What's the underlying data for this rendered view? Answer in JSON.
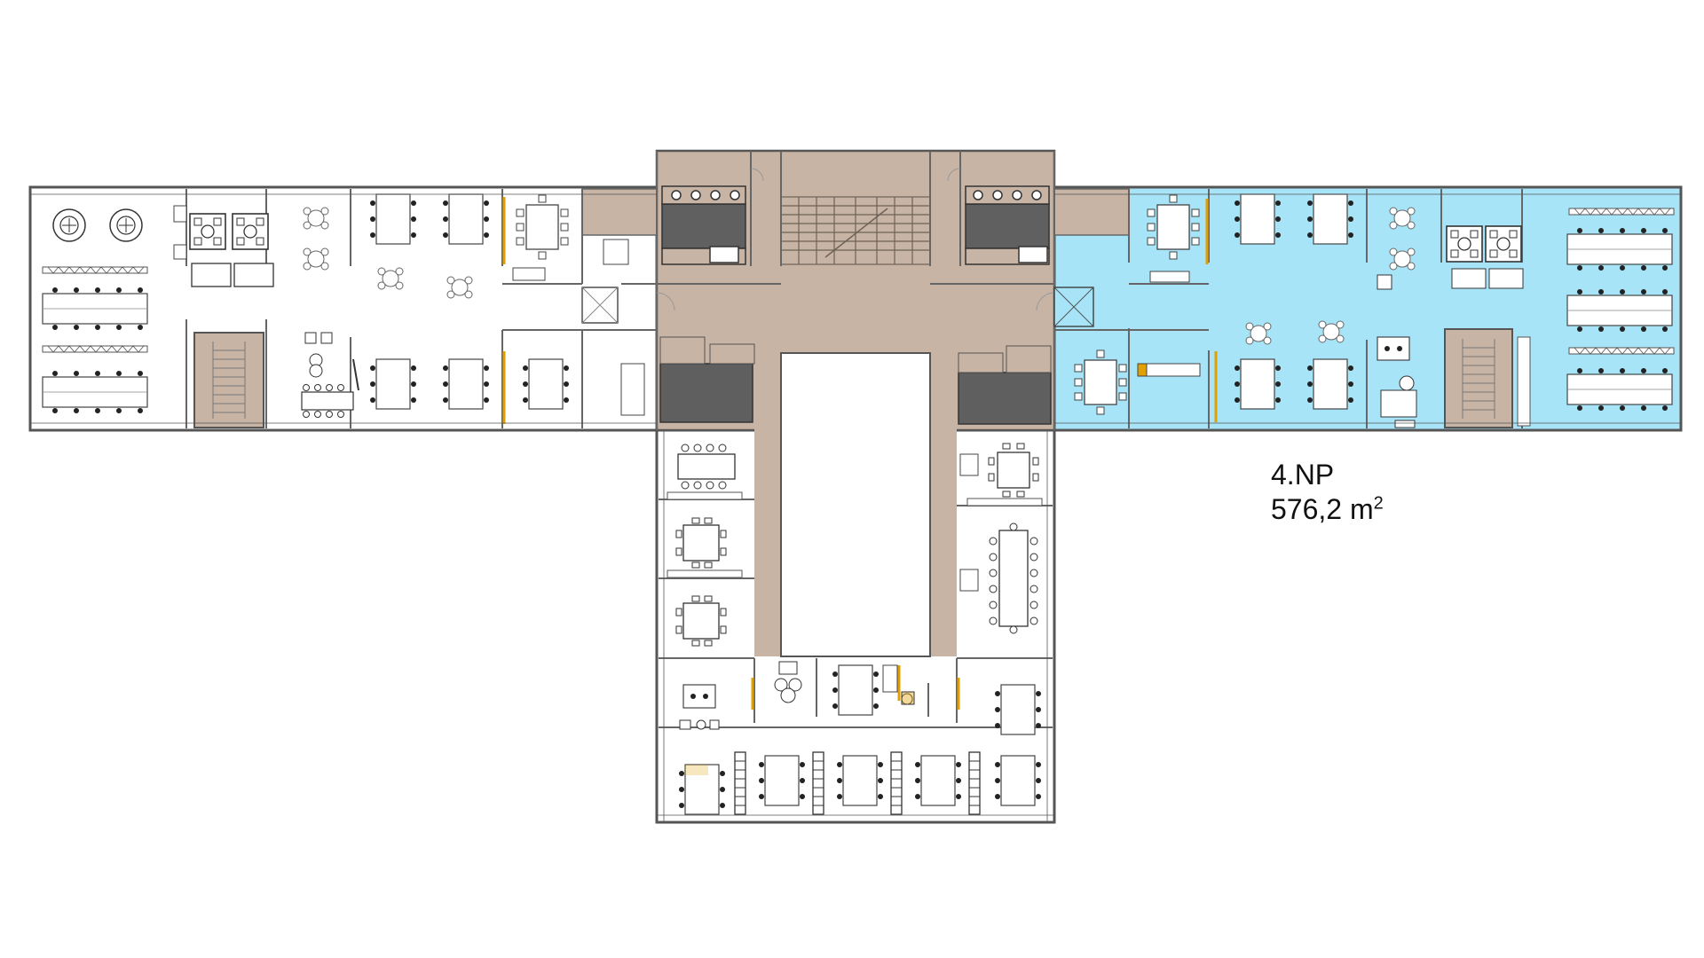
{
  "floor": {
    "name": "4.NP",
    "area_value": "576,2 m",
    "area_exponent": "2"
  },
  "colors": {
    "leased_area": "#a8e4f7",
    "core": "#c8b4a4",
    "service": "#5f5f5f",
    "wall": "#6a6a6a",
    "furniture": "#333333",
    "background": "#ffffff"
  }
}
